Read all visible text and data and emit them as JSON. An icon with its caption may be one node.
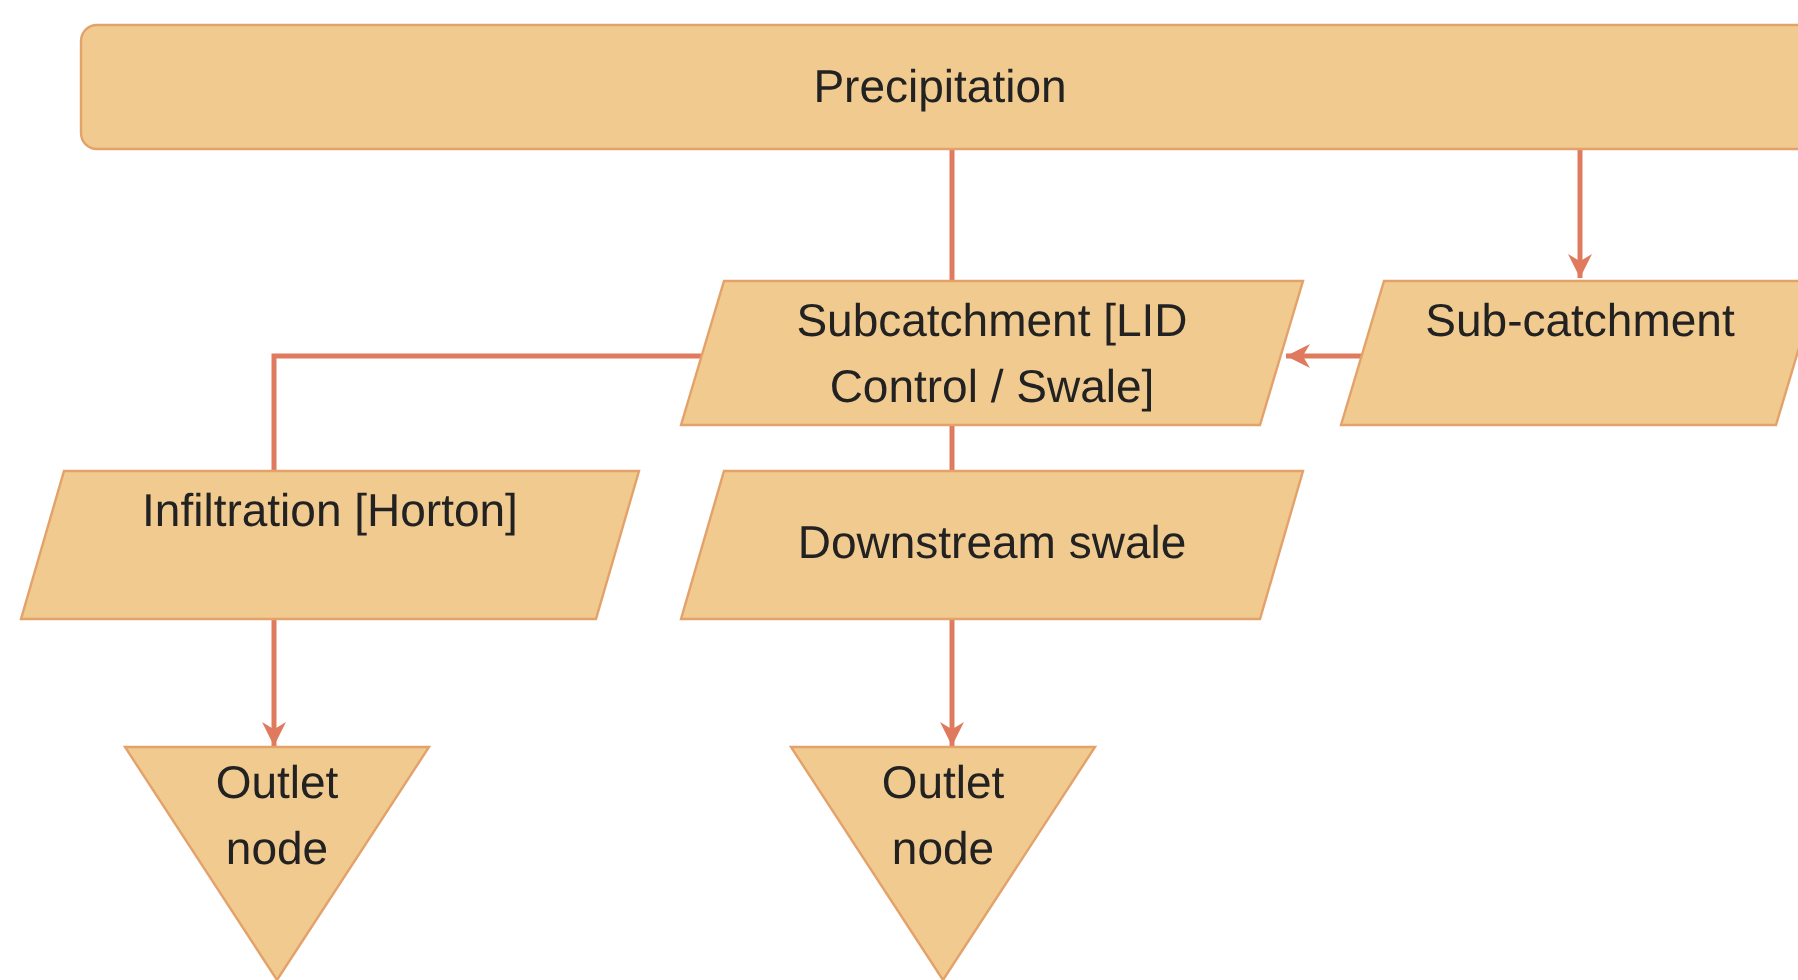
{
  "diagram": {
    "nodes": [
      {
        "text": [
          "Precipitation"
        ]
      },
      {
        "text": [
          "Subcatchment [LID Control / Swale]"
        ]
      },
      {
        "text": [
          "Sub-catchment"
        ]
      },
      {
        "text": [
          "Infiltration [Horton]"
        ]
      },
      {
        "text": [
          "Downstream swale"
        ]
      },
      {
        "text": [
          "Outlet node"
        ]
      },
      {
        "text": [
          "Outlet node"
        ]
      }
    ],
    "edges": [
      {
        "from": 0,
        "to": 1,
        "arrow": "none"
      },
      {
        "from": 1,
        "to": 4,
        "arrow": "none"
      },
      {
        "from": 4,
        "to": 6,
        "arrow": "to"
      },
      {
        "from": 0,
        "to": 2,
        "arrow": "to"
      },
      {
        "from": 2,
        "to": 1,
        "arrow": "to"
      },
      {
        "from": 1,
        "to": 3,
        "arrow": "none"
      },
      {
        "from": 3,
        "to": 5,
        "arrow": "to"
      }
    ]
  }
}
